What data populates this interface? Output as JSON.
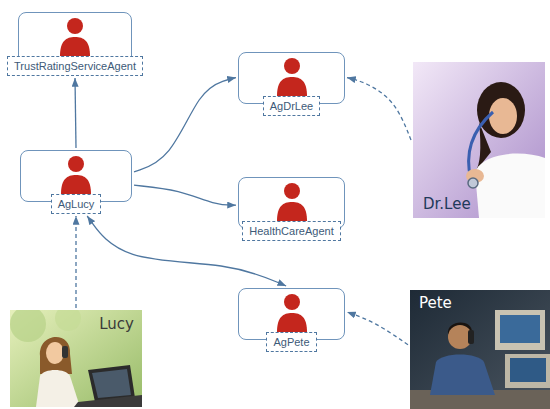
{
  "diagram": {
    "nodes": [
      {
        "text": [
          "TrustRatingServiceAgent"
        ]
      },
      {
        "text": [
          "AgDrLee"
        ]
      },
      {
        "text": [
          "Dr.Lee"
        ]
      },
      {
        "text": [
          "AgLucy"
        ]
      },
      {
        "text": [
          "HealthCareAgent"
        ]
      },
      {
        "text": [
          "AgPete"
        ]
      },
      {
        "text": [
          "Lucy"
        ]
      },
      {
        "text": [
          "Pete"
        ]
      }
    ],
    "edges": [
      {
        "from": 3,
        "to": 0,
        "arrow": "to"
      },
      {
        "from": 3,
        "to": 1,
        "arrow": "to"
      },
      {
        "from": 3,
        "to": 4,
        "arrow": "to"
      },
      {
        "from": 3,
        "to": 5,
        "arrow": "both"
      },
      {
        "from": 2,
        "to": 1,
        "arrow": "to"
      },
      {
        "from": 6,
        "to": 3,
        "arrow": "to"
      },
      {
        "from": 7,
        "to": 5,
        "arrow": "to"
      }
    ]
  }
}
